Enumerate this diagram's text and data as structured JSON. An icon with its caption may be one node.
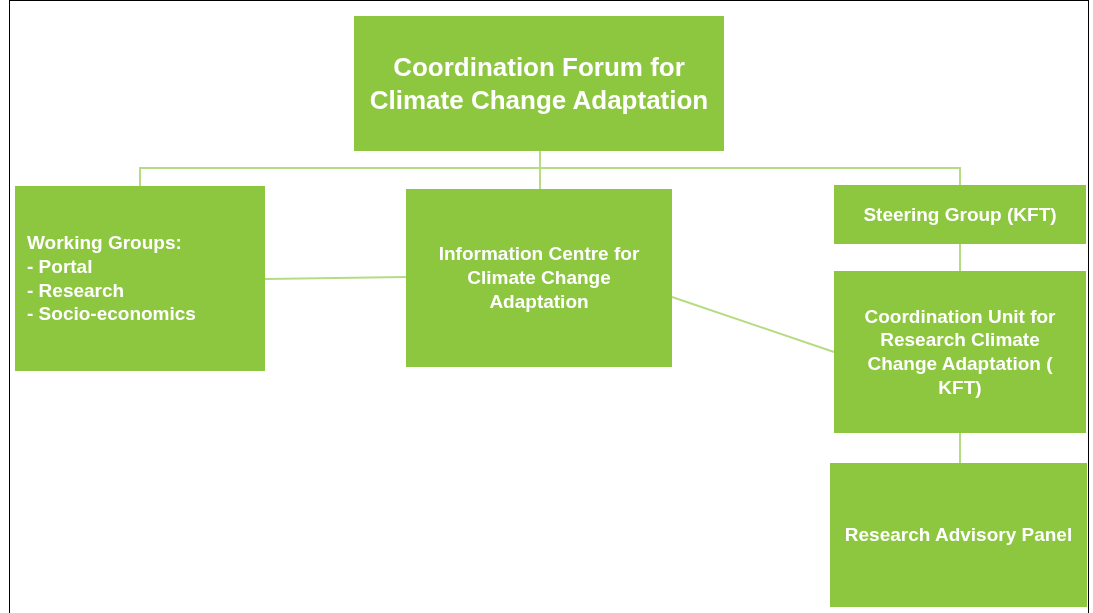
{
  "diagram": {
    "nodes": [
      {
        "text": [
          "Coordination Forum for Climate Change Adaptation"
        ]
      },
      {
        "text": [
          "Working Groups:",
          "- Portal",
          "- Research",
          "- Socio-economics"
        ]
      },
      {
        "text": [
          "Information Centre for Climate Change Adaptation"
        ]
      },
      {
        "text": [
          "Steering Group (KFT)"
        ]
      },
      {
        "text": [
          "Coordination Unit for Research Climate Change Adaptation ( KFT)"
        ]
      },
      {
        "text": [
          "Research Advisory Panel"
        ]
      }
    ],
    "edges": [
      {
        "from": 0,
        "to": 1,
        "arrow": "none"
      },
      {
        "from": 0,
        "to": 2,
        "arrow": "none"
      },
      {
        "from": 0,
        "to": 3,
        "arrow": "none"
      },
      {
        "from": 1,
        "to": 2,
        "arrow": "none"
      },
      {
        "from": 2,
        "to": 4,
        "arrow": "none"
      },
      {
        "from": 3,
        "to": 4,
        "arrow": "none"
      },
      {
        "from": 4,
        "to": 5,
        "arrow": "none"
      }
    ]
  }
}
